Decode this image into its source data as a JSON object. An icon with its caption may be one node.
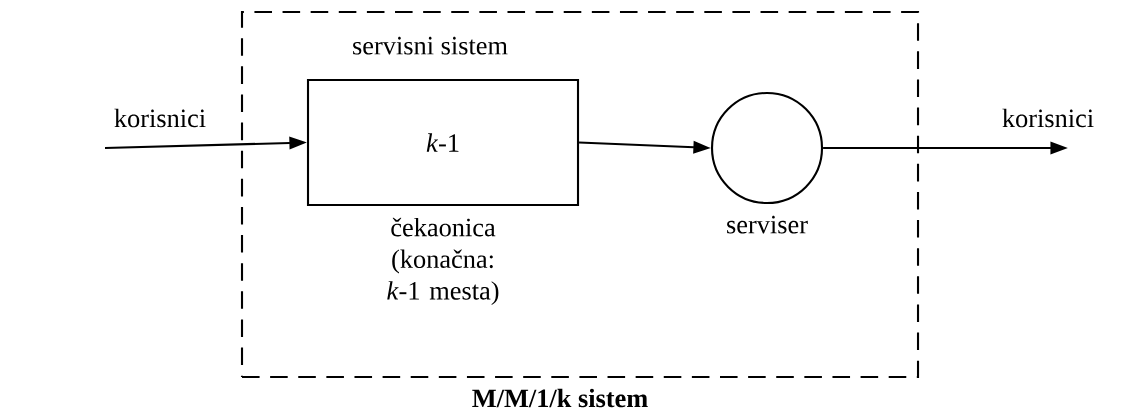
{
  "diagram": {
    "caption": "M/M/1/k sistem",
    "nodes": [
      {
        "text": [
          "servisni sistem"
        ]
      },
      {
        "text": [
          "*k*-1"
        ],
        "beside": [
          "čekaonica (konačna: *k*-1 mesta)"
        ],
        "in": 0
      },
      {
        "text": [],
        "shape": "circle",
        "beside": [
          "serviser"
        ],
        "in": 0
      }
    ],
    "edges": [
      {
        "from": null,
        "to": 1,
        "arrow": "to",
        "label": "korisnici"
      },
      {
        "from": 1,
        "to": 2,
        "arrow": "to"
      },
      {
        "from": 2,
        "to": null,
        "arrow": "to",
        "label": "korisnici"
      }
    ]
  }
}
